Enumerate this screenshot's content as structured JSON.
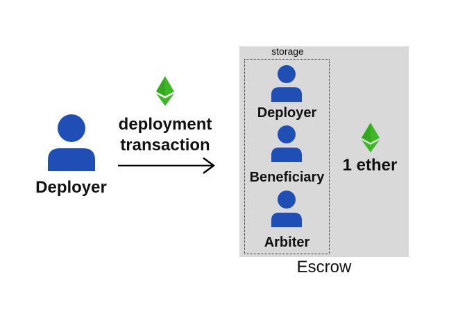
{
  "left_actor": {
    "label": "Deployer"
  },
  "transaction": {
    "line1": "deployment",
    "line2": "transaction"
  },
  "contract": {
    "name": "Escrow",
    "storage_label": "storage",
    "storage_items": [
      "Deployer",
      "Beneficiary",
      "Arbiter"
    ],
    "balance_label": "1 ether"
  },
  "icons": {
    "person": "person-icon",
    "ether": "ethereum-icon"
  },
  "colors": {
    "person": "#1f4fb4",
    "ether": "#3db824",
    "ether_dark": "#2a8f16",
    "box": "#d9d9d9"
  }
}
